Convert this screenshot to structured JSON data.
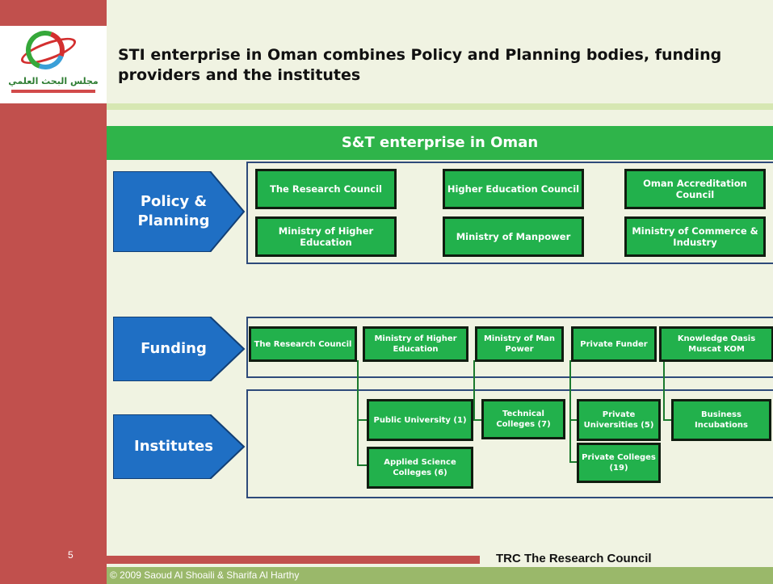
{
  "slide_title": "STI enterprise in Oman combines Policy and Planning bodies, funding providers and the institutes",
  "logo": {
    "arabic_text": "مجلس البحث العلمي"
  },
  "banner": "S&T enterprise in Oman",
  "categories": {
    "policy": "Policy & Planning",
    "funding": "Funding",
    "institutes": "Institutes"
  },
  "policy_boxes": [
    "The Research Council",
    "Higher Education Council",
    "Oman Accreditation Council",
    "Ministry of Higher Education",
    "Ministry of Manpower",
    "Ministry of Commerce & Industry"
  ],
  "funding_boxes": [
    "The Research Council",
    "Ministry of Higher Education",
    "Ministry of Man Power",
    "Private Funder",
    "Knowledge Oasis Muscat KOM"
  ],
  "institute_boxes": [
    "Public University (1)",
    "Applied Science Colleges (6)",
    "Technical Colleges (7)",
    "Private Universities (5)",
    "Private Colleges (19)",
    "Business Incubations"
  ],
  "footer": {
    "page_number": "5",
    "organization": "TRC The Research Council",
    "copyright": "© 2009 Saoud Al Shoaili & Sharifa Al Harthy"
  },
  "colors": {
    "sidebar": "#c1504d",
    "banner": "#2fb44a",
    "box_fill": "#22b14c",
    "arrow": "#1f6fc4",
    "panel_border": "#2e4a7a",
    "background": "#f0f3e2"
  }
}
